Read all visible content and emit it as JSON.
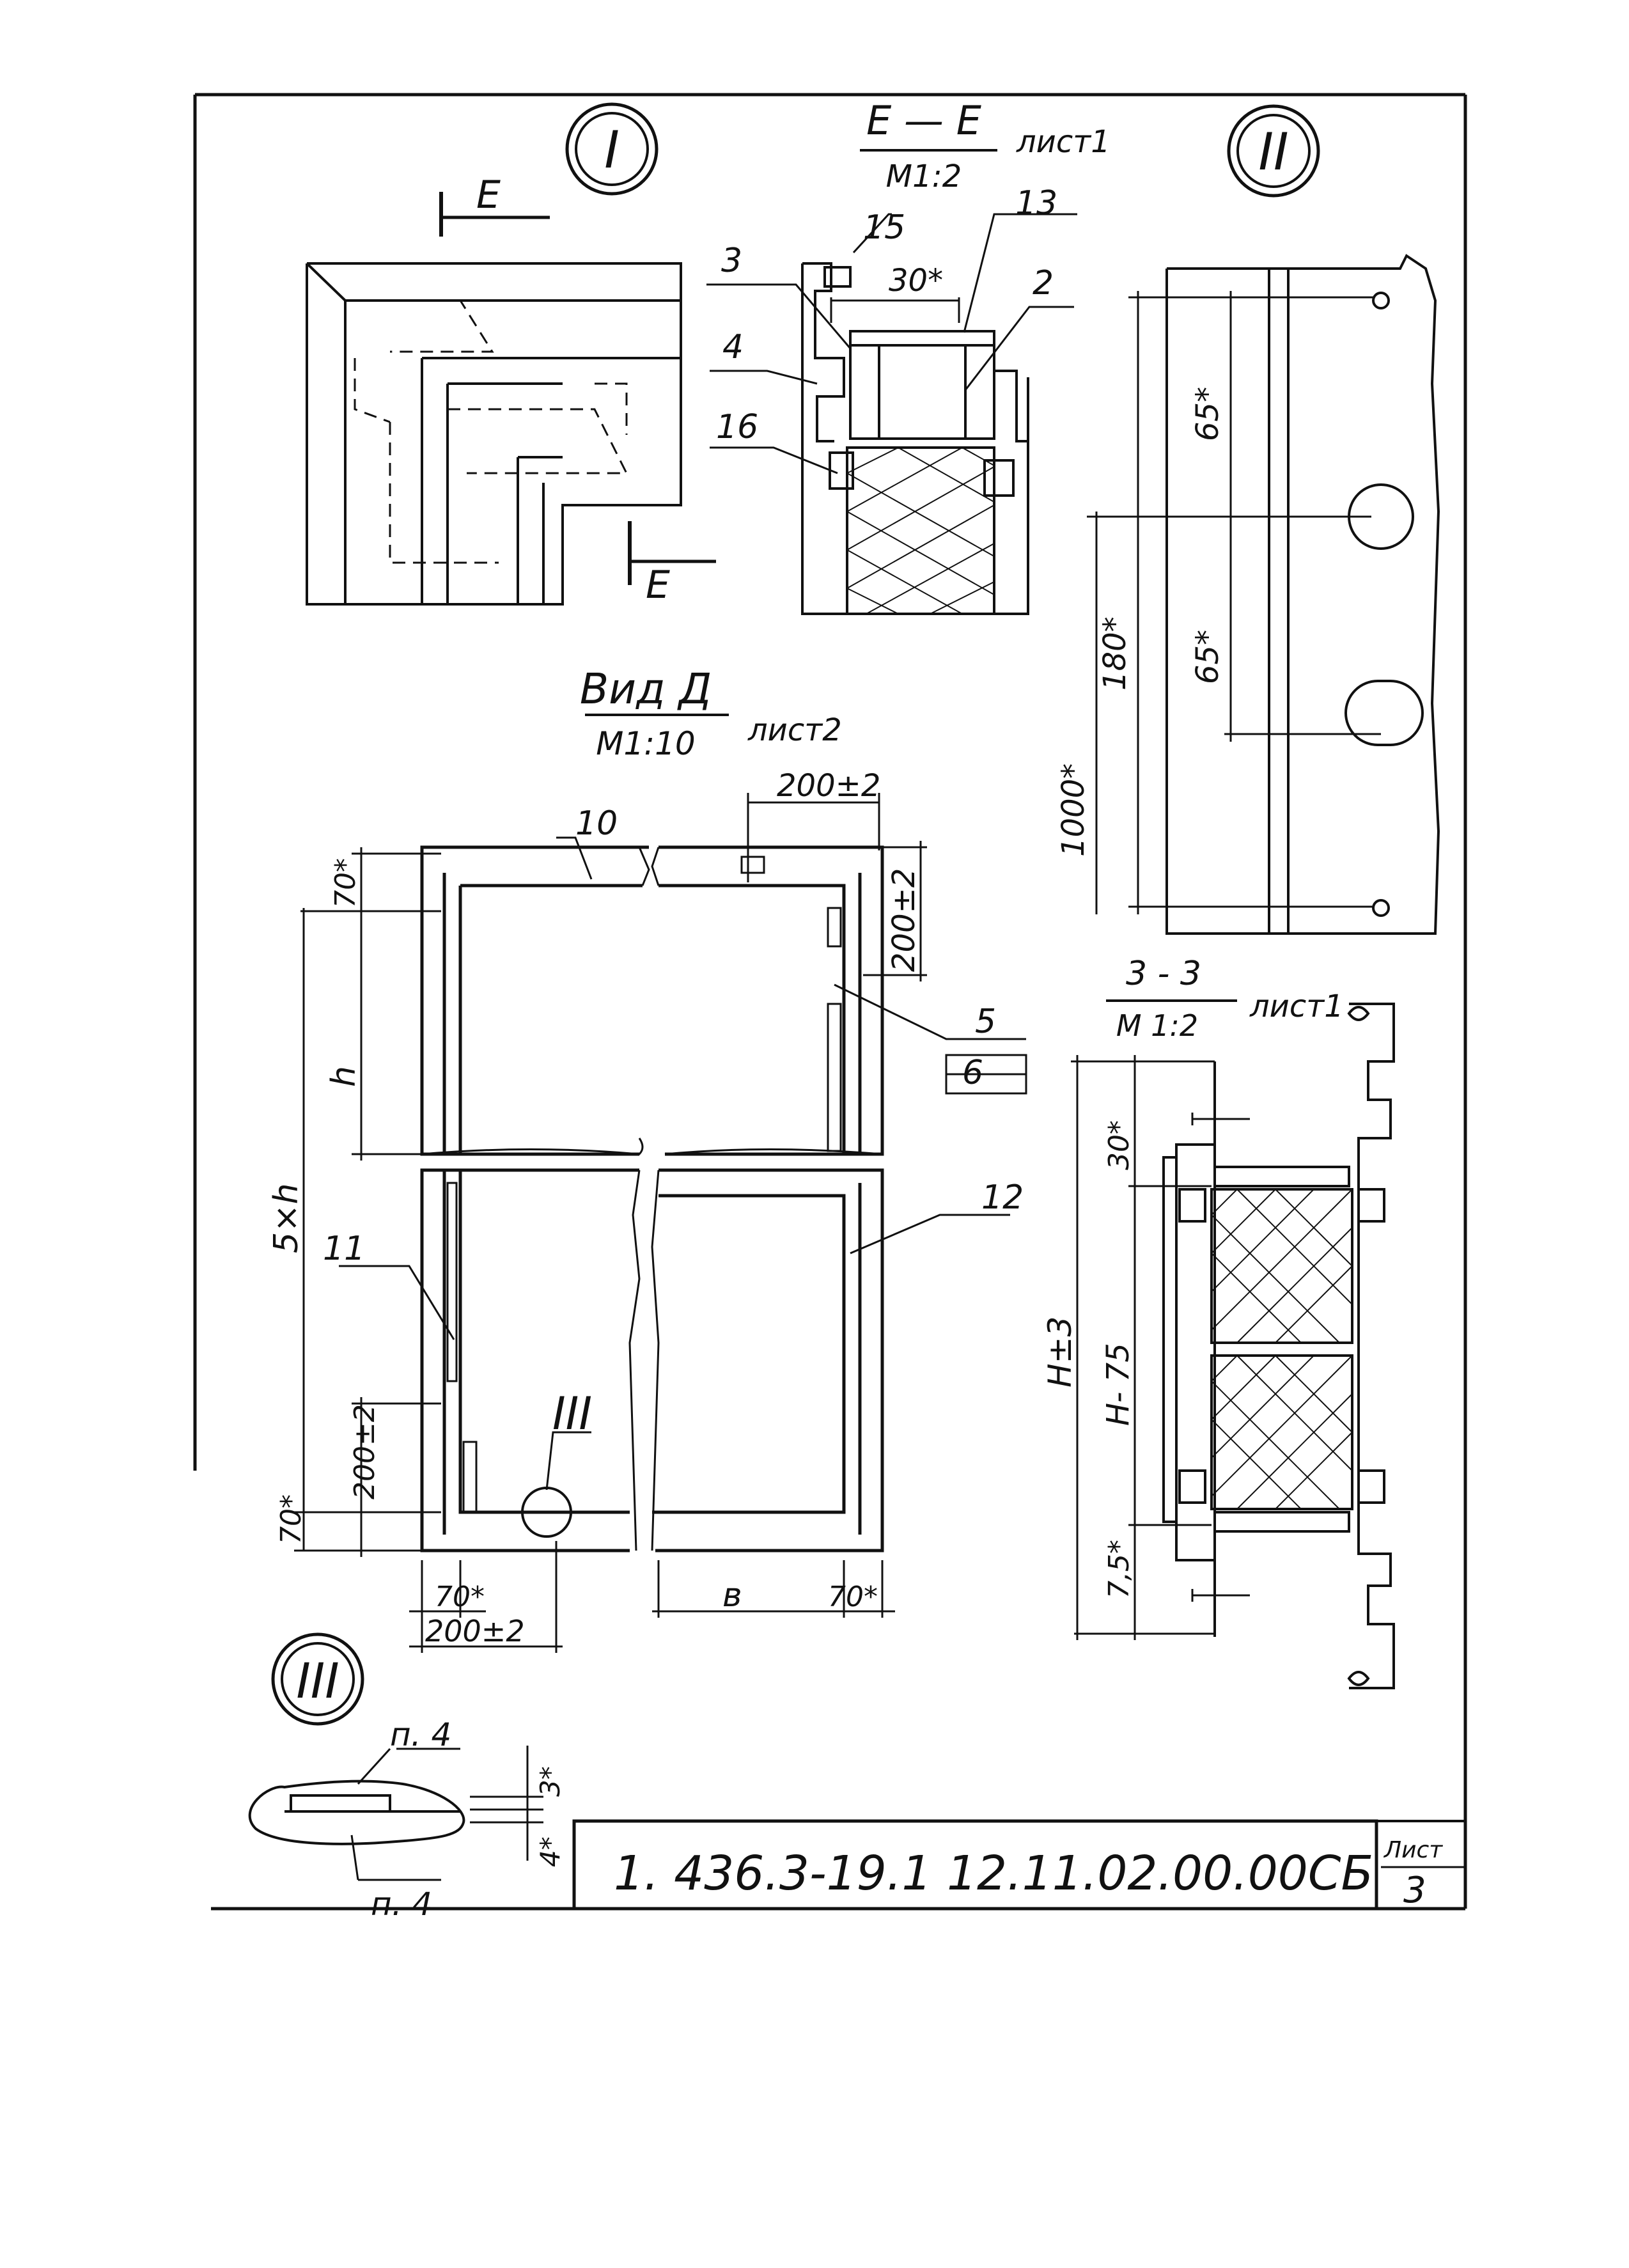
{
  "drawing": {
    "detail_marks": {
      "d1": "I",
      "d2": "II",
      "d3": "III"
    },
    "section_ee": {
      "title": "Е — Е",
      "scale": "М1:2",
      "sheet_ref": "лист1",
      "cut_letter": "Е",
      "dim_30": "30*"
    },
    "callouts": {
      "n15": "15",
      "n13": "13",
      "n3": "3",
      "n2": "2",
      "n4": "4",
      "n16": "16",
      "n10": "10",
      "n5": "5",
      "n6": "6",
      "n11": "11",
      "n12": "12"
    },
    "view_d": {
      "title": "Вид Д",
      "scale": "М1:10",
      "sheet_ref": "лист2"
    },
    "view_d_dims": {
      "d200_top": "200±2",
      "d200_right": "200±2",
      "d70_top": "70*",
      "h": "h",
      "five_h": "5×h",
      "d200_left": "200±2",
      "d70_left": "70*",
      "d70_bottom_left": "70*",
      "d200_bottom": "200±2",
      "b": "в",
      "d70_bottom_right": "70*"
    },
    "strip_dims": {
      "d65_top": "65*",
      "d180": "180*",
      "d65_mid": "65*",
      "d1000": "1000*"
    },
    "section_33": {
      "title": "3 - 3",
      "scale": "М 1:2",
      "sheet_ref": "лист1"
    },
    "section_33_dims": {
      "d30": "30*",
      "h_tol": "Н±3",
      "h_minus": "Н- 75",
      "d7_5": "7,5*"
    },
    "detail3": {
      "p4_top": "п. 4",
      "p4_bottom": "п. 4",
      "d3": "3*",
      "d4": "4*"
    },
    "title_block": {
      "code": "1. 436.3-19.1  12.11.02.00.00СБ",
      "sheet_label": "Лист",
      "sheet_number": "3"
    }
  }
}
